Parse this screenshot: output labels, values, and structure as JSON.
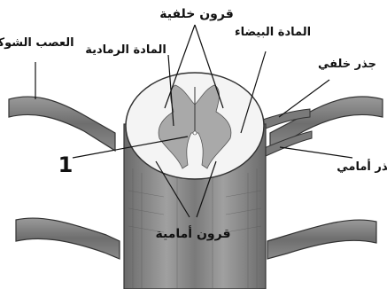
{
  "labels": {
    "spinal_nerve": "العصب الشوكي",
    "dorsal_horns": "قرون خلفية",
    "gray_matter": "المادة الرمادية",
    "white_matter": "المادة البيضاء",
    "dorsal_root": "جذر خلفي",
    "ventral_root": "جذر أمامي",
    "ventral_horns": "قرون أمامية",
    "marker_number": "1"
  },
  "colors": {
    "background": "#ffffff",
    "tissue": "#8a8a8a",
    "tissue_dark": "#5e5e5e",
    "white_matter": "#f4f4f4",
    "gray_matter": "#a9a9a9",
    "lines": "#111111"
  }
}
